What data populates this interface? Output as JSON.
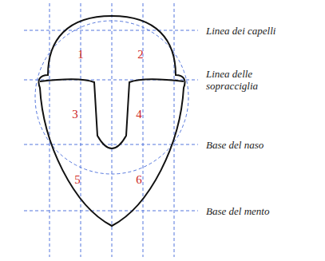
{
  "diagram": {
    "labels": [
      "1",
      "2",
      "3",
      "4",
      "5",
      "6",
      "Linea dei capelli",
      "Linea delle sopracciglia",
      "Base del naso",
      "Base del mento"
    ]
  }
}
